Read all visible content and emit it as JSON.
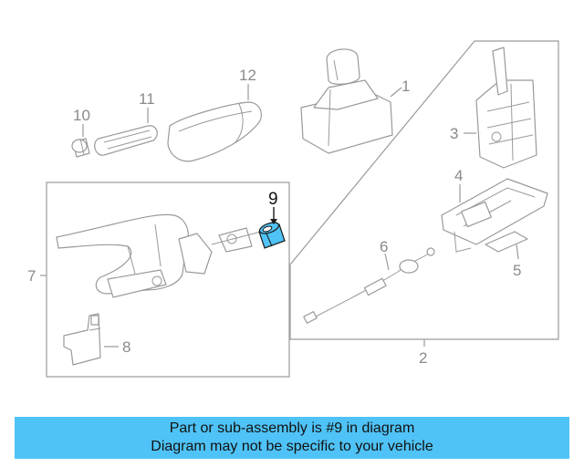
{
  "diagram": {
    "callouts": {
      "c1": "1",
      "c2": "2",
      "c3": "3",
      "c4": "4",
      "c5": "5",
      "c6": "6",
      "c7": "7",
      "c8": "8",
      "c9": "9",
      "c10": "10",
      "c11": "11",
      "c12": "12"
    },
    "highlighted_part": "9",
    "highlight_color": "#4fc3f7"
  },
  "caption": {
    "line1": "Part or sub-assembly is #9 in diagram",
    "line2": "Diagram may not be specific to your vehicle",
    "background": "#4fc3f7"
  }
}
